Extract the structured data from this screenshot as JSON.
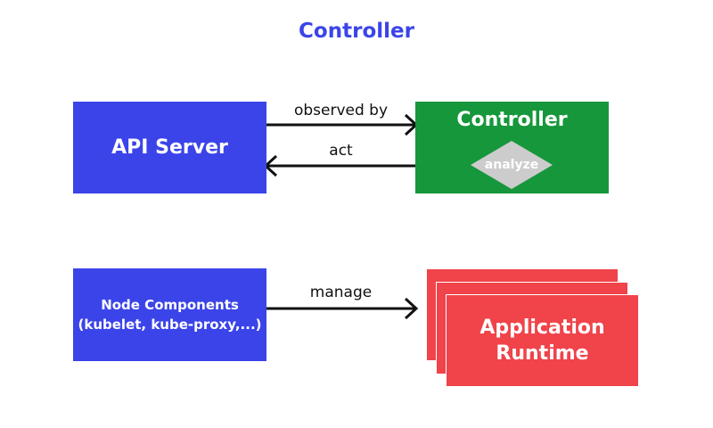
{
  "title": "Controller",
  "nodes": {
    "api_server": "API Server",
    "controller": "Controller",
    "analyze": "analyze",
    "node_components": {
      "line1": "Node Components",
      "line2": "(kubelet, kube-proxy,...)"
    },
    "application_runtime": {
      "line1": "Application",
      "line2": "Runtime"
    }
  },
  "edges": {
    "observed_by": "observed by",
    "act": "act",
    "manage": "manage"
  },
  "colors": {
    "title": "#3b44e8",
    "api_server": "#3b44e8",
    "controller": "#16973b",
    "analyze": "#cccccc",
    "node_components": "#3b44e8",
    "application_runtime": "#f0434a",
    "arrow": "#111111"
  }
}
